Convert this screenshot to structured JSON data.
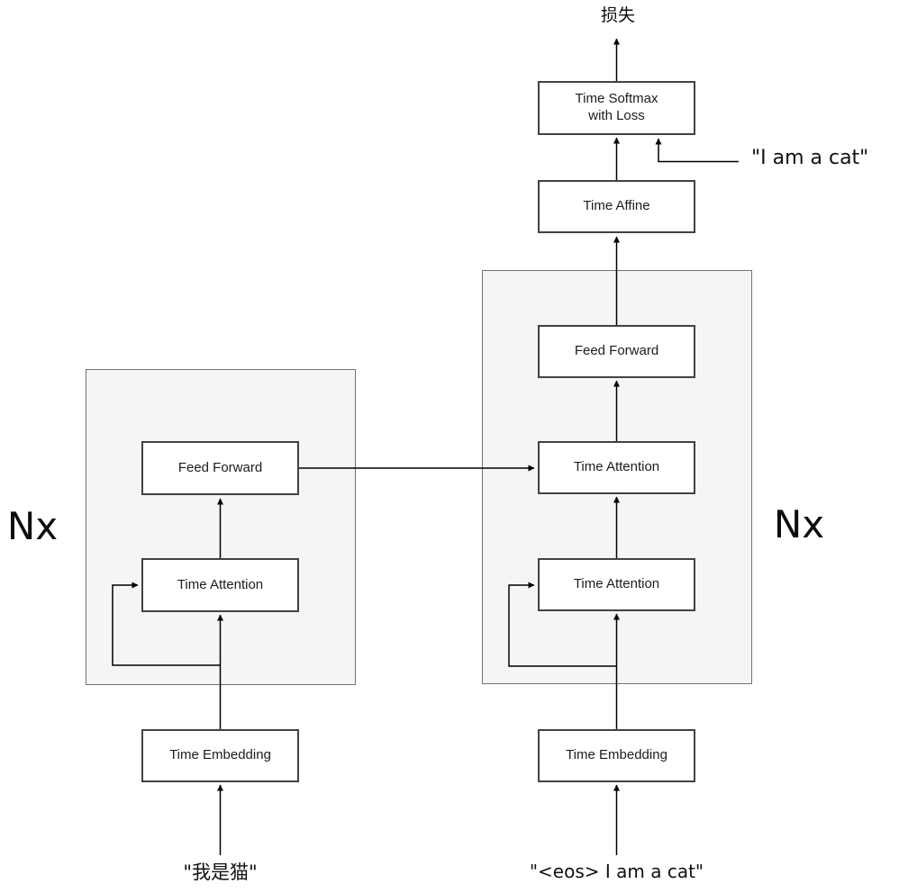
{
  "diagram": {
    "loss_label": "损失",
    "encoder": {
      "repeat_label": "Nx",
      "input_text": "\"我是猫\"",
      "embedding_label": "Time Embedding",
      "attention_label": "Time Attention",
      "feed_forward_label": "Feed Forward"
    },
    "decoder": {
      "repeat_label": "Nx",
      "input_text": "\"<eos> I am a cat\"",
      "embedding_label": "Time Embedding",
      "self_attention_label": "Time Attention",
      "cross_attention_label": "Time Attention",
      "feed_forward_label": "Feed Forward",
      "affine_label": "Time Affine",
      "softmax_lines": [
        "Time Softmax",
        "with Loss"
      ],
      "target_text": "\"I am a cat\""
    },
    "colors": {
      "box_fill": "#ffffff",
      "box_border": "#424242",
      "container_fill": "#f5f5f5",
      "container_border": "#737373",
      "line": "#000000",
      "text": "#1c1c1c"
    }
  }
}
